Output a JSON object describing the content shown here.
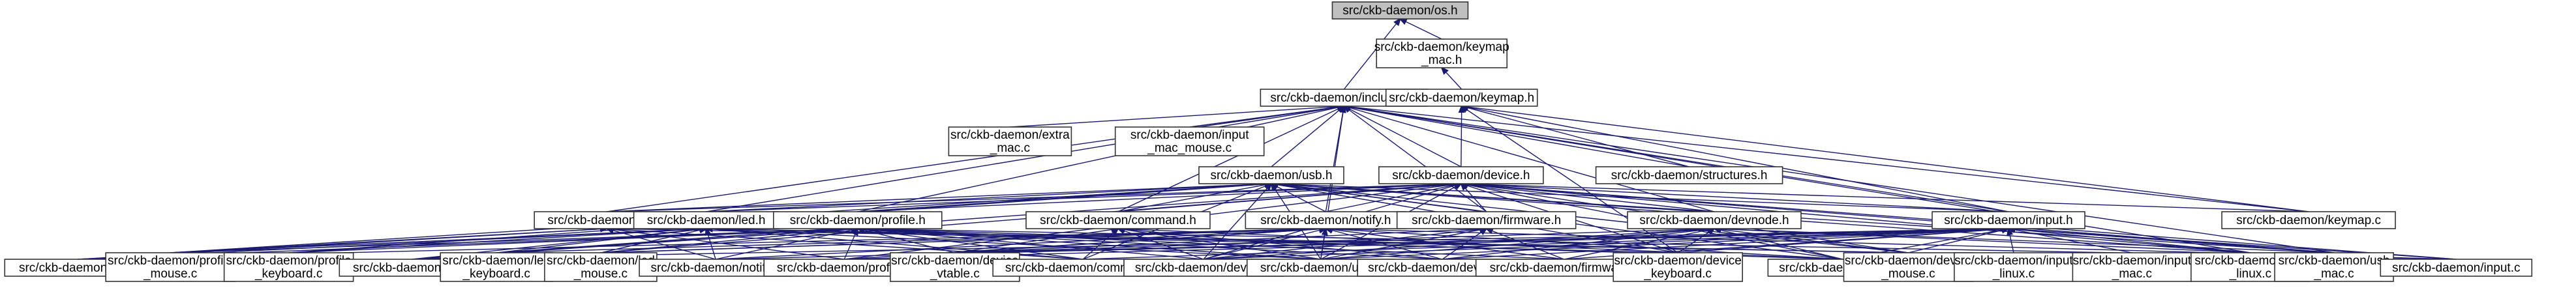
{
  "colors": {
    "edge": "#191970",
    "root_fill": "#bfbfbf",
    "node_fill": "#ffffff",
    "node_border": "#333333"
  },
  "nodes": {
    "os_h": [
      "src/ckb-daemon/os.h"
    ],
    "keymap_mac_h": [
      "src/ckb-daemon/keymap",
      "_mac.h"
    ],
    "includes_h": [
      "src/ckb-daemon/includes.h"
    ],
    "keymap_h": [
      "src/ckb-daemon/keymap.h"
    ],
    "extra_mac_c": [
      "src/ckb-daemon/extra",
      "_mac.c"
    ],
    "input_mac_mouse_c": [
      "src/ckb-daemon/input",
      "_mac_mouse.c"
    ],
    "usb_h": [
      "src/ckb-daemon/usb.h"
    ],
    "device_h": [
      "src/ckb-daemon/device.h"
    ],
    "structures_h": [
      "src/ckb-daemon/structures.h"
    ],
    "keymap_c": [
      "src/ckb-daemon/keymap.c"
    ],
    "dpi_h": [
      "src/ckb-daemon/dpi.h"
    ],
    "led_h": [
      "src/ckb-daemon/led.h"
    ],
    "profile_h": [
      "src/ckb-daemon/profile.h"
    ],
    "command_h": [
      "src/ckb-daemon/command.h"
    ],
    "notify_h": [
      "src/ckb-daemon/notify.h"
    ],
    "firmware_h": [
      "src/ckb-daemon/firmware.h"
    ],
    "devnode_h": [
      "src/ckb-daemon/devnode.h"
    ],
    "input_h": [
      "src/ckb-daemon/input.h"
    ],
    "dpi_c": [
      "src/ckb-daemon/dpi.c"
    ],
    "profile_mouse_c": [
      "src/ckb-daemon/profile",
      "_mouse.c"
    ],
    "profile_keyboard_c": [
      "src/ckb-daemon/profile",
      "_keyboard.c"
    ],
    "led_c": [
      "src/ckb-daemon/led.c"
    ],
    "led_keyboard_c": [
      "src/ckb-daemon/led",
      "_keyboard.c"
    ],
    "led_mouse_c": [
      "src/ckb-daemon/led",
      "_mouse.c"
    ],
    "notify_c": [
      "src/ckb-daemon/notify.c"
    ],
    "profile_c": [
      "src/ckb-daemon/profile.c"
    ],
    "device_vtable_c": [
      "src/ckb-daemon/device",
      "_vtable.c"
    ],
    "command_c": [
      "src/ckb-daemon/command.c"
    ],
    "device_c": [
      "src/ckb-daemon/device.c"
    ],
    "usb_c": [
      "src/ckb-daemon/usb.c"
    ],
    "devnode_c": [
      "src/ckb-daemon/devnode.c"
    ],
    "firmware_c": [
      "src/ckb-daemon/firmware.c"
    ],
    "device_keyboard_c": [
      "src/ckb-daemon/device",
      "_keyboard.c"
    ],
    "main_c": [
      "src/ckb-daemon/main.c"
    ],
    "device_mouse_c": [
      "src/ckb-daemon/device",
      "_mouse.c"
    ],
    "input_linux_c": [
      "src/ckb-daemon/input",
      "_linux.c"
    ],
    "input_mac_c": [
      "src/ckb-daemon/input",
      "_mac.c"
    ],
    "usb_linux_c": [
      "src/ckb-daemon/usb",
      "_linux.c"
    ],
    "usb_mac_c": [
      "src/ckb-daemon/usb",
      "_mac.c"
    ],
    "input_c": [
      "src/ckb-daemon/input.c"
    ]
  },
  "edges": [
    [
      "os_h",
      "includes_h"
    ],
    [
      "os_h",
      "keymap_mac_h"
    ],
    [
      "keymap_mac_h",
      "keymap_h"
    ],
    [
      "includes_h",
      "extra_mac_c"
    ],
    [
      "includes_h",
      "input_mac_mouse_c"
    ],
    [
      "includes_h",
      "usb_h"
    ],
    [
      "includes_h",
      "device_h"
    ],
    [
      "includes_h",
      "structures_h"
    ],
    [
      "includes_h",
      "keymap_c"
    ],
    [
      "includes_h",
      "dpi_h"
    ],
    [
      "includes_h",
      "led_h"
    ],
    [
      "includes_h",
      "profile_h"
    ],
    [
      "includes_h",
      "command_h"
    ],
    [
      "includes_h",
      "notify_h"
    ],
    [
      "includes_h",
      "firmware_h"
    ],
    [
      "includes_h",
      "devnode_h"
    ],
    [
      "includes_h",
      "input_h"
    ],
    [
      "includes_h",
      "usb_c"
    ],
    [
      "includes_h",
      "usb_linux_c"
    ],
    [
      "includes_h",
      "usb_mac_c"
    ],
    [
      "keymap_h",
      "device_h"
    ],
    [
      "keymap_h",
      "structures_h"
    ],
    [
      "keymap_h",
      "keymap_c"
    ],
    [
      "keymap_h",
      "input_h"
    ],
    [
      "keymap_h",
      "device_keyboard_c"
    ],
    [
      "usb_h",
      "dpi_h"
    ],
    [
      "usb_h",
      "led_h"
    ],
    [
      "usb_h",
      "profile_h"
    ],
    [
      "usb_h",
      "command_h"
    ],
    [
      "usb_h",
      "notify_h"
    ],
    [
      "usb_h",
      "firmware_h"
    ],
    [
      "usb_h",
      "devnode_h"
    ],
    [
      "usb_h",
      "input_h"
    ],
    [
      "usb_h",
      "device_c"
    ],
    [
      "usb_h",
      "usb_c"
    ],
    [
      "usb_h",
      "usb_linux_c"
    ],
    [
      "usb_h",
      "usb_mac_c"
    ],
    [
      "usb_h",
      "main_c"
    ],
    [
      "usb_h",
      "device_keyboard_c"
    ],
    [
      "usb_h",
      "device_mouse_c"
    ],
    [
      "usb_h",
      "command_c"
    ],
    [
      "usb_h",
      "profile_mouse_c"
    ],
    [
      "usb_h",
      "profile_keyboard_c"
    ],
    [
      "device_h",
      "dpi_h"
    ],
    [
      "device_h",
      "led_h"
    ],
    [
      "device_h",
      "profile_h"
    ],
    [
      "device_h",
      "command_h"
    ],
    [
      "device_h",
      "notify_h"
    ],
    [
      "device_h",
      "firmware_h"
    ],
    [
      "device_h",
      "devnode_h"
    ],
    [
      "device_h",
      "input_h"
    ],
    [
      "device_h",
      "device_c"
    ],
    [
      "device_h",
      "usb_c"
    ],
    [
      "device_h",
      "usb_linux_c"
    ],
    [
      "device_h",
      "usb_mac_c"
    ],
    [
      "device_h",
      "main_c"
    ],
    [
      "device_h",
      "device_keyboard_c"
    ],
    [
      "device_h",
      "device_mouse_c"
    ],
    [
      "device_h",
      "led_keyboard_c"
    ],
    [
      "device_h",
      "led_mouse_c"
    ],
    [
      "device_h",
      "input_c"
    ],
    [
      "device_h",
      "keymap_c"
    ],
    [
      "device_h",
      "profile_c"
    ],
    [
      "dpi_h",
      "dpi_c"
    ],
    [
      "dpi_h",
      "device_mouse_c"
    ],
    [
      "dpi_h",
      "profile_mouse_c"
    ],
    [
      "dpi_h",
      "notify_c"
    ],
    [
      "dpi_h",
      "command_c"
    ],
    [
      "dpi_h",
      "profile_c"
    ],
    [
      "led_h",
      "led_c"
    ],
    [
      "led_h",
      "led_keyboard_c"
    ],
    [
      "led_h",
      "led_mouse_c"
    ],
    [
      "led_h",
      "notify_c"
    ],
    [
      "led_h",
      "command_c"
    ],
    [
      "led_h",
      "device_keyboard_c"
    ],
    [
      "led_h",
      "device_mouse_c"
    ],
    [
      "led_h",
      "profile_keyboard_c"
    ],
    [
      "led_h",
      "profile_mouse_c"
    ],
    [
      "led_h",
      "usb_c"
    ],
    [
      "led_h",
      "dpi_c"
    ],
    [
      "profile_h",
      "profile_c"
    ],
    [
      "profile_h",
      "profile_keyboard_c"
    ],
    [
      "profile_h",
      "profile_mouse_c"
    ],
    [
      "profile_h",
      "led_c"
    ],
    [
      "profile_h",
      "notify_c"
    ],
    [
      "profile_h",
      "device_c"
    ],
    [
      "profile_h",
      "devnode_c"
    ],
    [
      "profile_h",
      "usb_c"
    ],
    [
      "profile_h",
      "device_vtable_c"
    ],
    [
      "profile_h",
      "led_keyboard_c"
    ],
    [
      "profile_h",
      "led_mouse_c"
    ],
    [
      "profile_h",
      "dpi_c"
    ],
    [
      "profile_h",
      "command_c"
    ],
    [
      "profile_h",
      "main_c"
    ],
    [
      "profile_h",
      "firmware_c"
    ],
    [
      "profile_h",
      "input_c"
    ],
    [
      "command_h",
      "command_c"
    ],
    [
      "command_h",
      "device_vtable_c"
    ],
    [
      "command_h",
      "devnode_c"
    ],
    [
      "command_h",
      "usb_c"
    ],
    [
      "command_h",
      "device_c"
    ],
    [
      "command_h",
      "main_c"
    ],
    [
      "notify_h",
      "notify_c"
    ],
    [
      "notify_h",
      "led_c"
    ],
    [
      "notify_h",
      "usb_c"
    ],
    [
      "notify_h",
      "device_c"
    ],
    [
      "notify_h",
      "devnode_c"
    ],
    [
      "notify_h",
      "firmware_c"
    ],
    [
      "notify_h",
      "device_vtable_c"
    ],
    [
      "notify_h",
      "input_c"
    ],
    [
      "notify_h",
      "profile_c"
    ],
    [
      "notify_h",
      "led_keyboard_c"
    ],
    [
      "notify_h",
      "led_mouse_c"
    ],
    [
      "notify_h",
      "dpi_c"
    ],
    [
      "notify_h",
      "main_c"
    ],
    [
      "firmware_h",
      "firmware_c"
    ],
    [
      "firmware_h",
      "device_vtable_c"
    ],
    [
      "firmware_h",
      "devnode_c"
    ],
    [
      "firmware_h",
      "usb_c"
    ],
    [
      "firmware_h",
      "device_c"
    ],
    [
      "devnode_h",
      "devnode_c"
    ],
    [
      "devnode_h",
      "main_c"
    ],
    [
      "devnode_h",
      "usb_c"
    ],
    [
      "devnode_h",
      "device_c"
    ],
    [
      "devnode_h",
      "device_keyboard_c"
    ],
    [
      "devnode_h",
      "device_mouse_c"
    ],
    [
      "devnode_h",
      "firmware_c"
    ],
    [
      "devnode_h",
      "device_vtable_c"
    ],
    [
      "devnode_h",
      "usb_linux_c"
    ],
    [
      "devnode_h",
      "usb_mac_c"
    ],
    [
      "input_h",
      "input_c"
    ],
    [
      "input_h",
      "input_linux_c"
    ],
    [
      "input_h",
      "input_mac_c"
    ],
    [
      "input_h",
      "usb_c"
    ],
    [
      "input_h",
      "usb_linux_c"
    ],
    [
      "input_h",
      "usb_mac_c"
    ],
    [
      "input_h",
      "device_keyboard_c"
    ],
    [
      "input_h",
      "device_mouse_c"
    ],
    [
      "input_h",
      "device_vtable_c"
    ],
    [
      "input_h",
      "devnode_c"
    ],
    [
      "input_h",
      "main_c"
    ],
    [
      "input_h",
      "notify_c"
    ],
    [
      "input_h",
      "profile_c"
    ],
    [
      "input_h",
      "command_c"
    ],
    [
      "input_h",
      "device_c"
    ],
    [
      "input_h",
      "firmware_c"
    ],
    [
      "input_h",
      "led_c"
    ]
  ]
}
